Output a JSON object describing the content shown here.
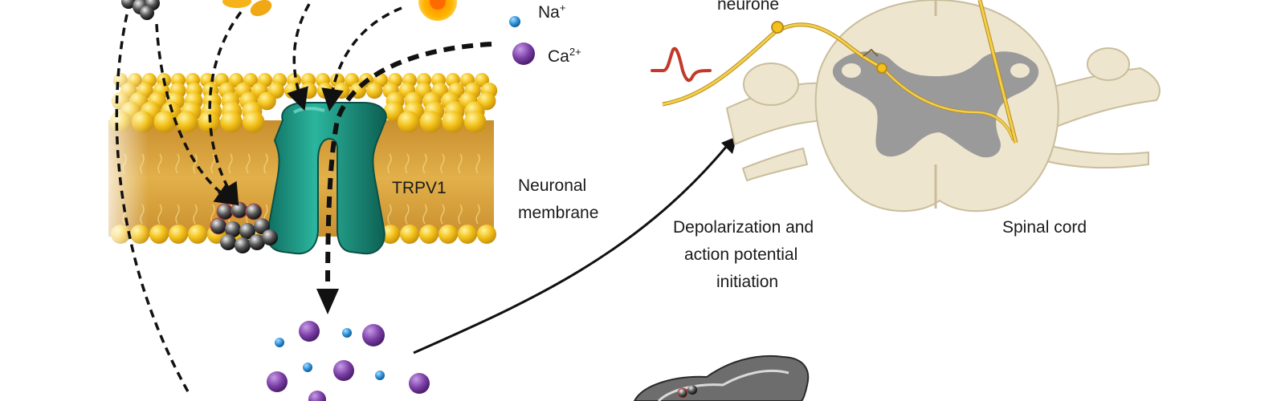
{
  "labels": {
    "neurone": "neurone",
    "na": "Na",
    "na_sup": "+",
    "ca": "Ca",
    "ca_sup": "2+",
    "trpv1": "TRPV1",
    "membrane_line1": "Neuronal",
    "membrane_line2": "membrane",
    "depol_line1": "Depolarization and",
    "depol_line2": "action potential",
    "depol_line3": "initiation",
    "spinal_cord": "Spinal cord"
  },
  "colors": {
    "membrane_head": "#f3c21a",
    "membrane_core": "#d9a23a",
    "channel": "#1f9d8a",
    "channel_dark": "#11705f",
    "sodium": "#2b8fd6",
    "calcium": "#7b3fa6",
    "nerve": "#d9b23a",
    "cord_white": "#eee5cf",
    "cord_grey": "#9a9a9a",
    "spike": "#c0392b"
  },
  "icons": [
    "capsaicin-molecule-icon",
    "sodium-ion-icon",
    "calcium-ion-icon",
    "action-potential-spike-icon"
  ]
}
